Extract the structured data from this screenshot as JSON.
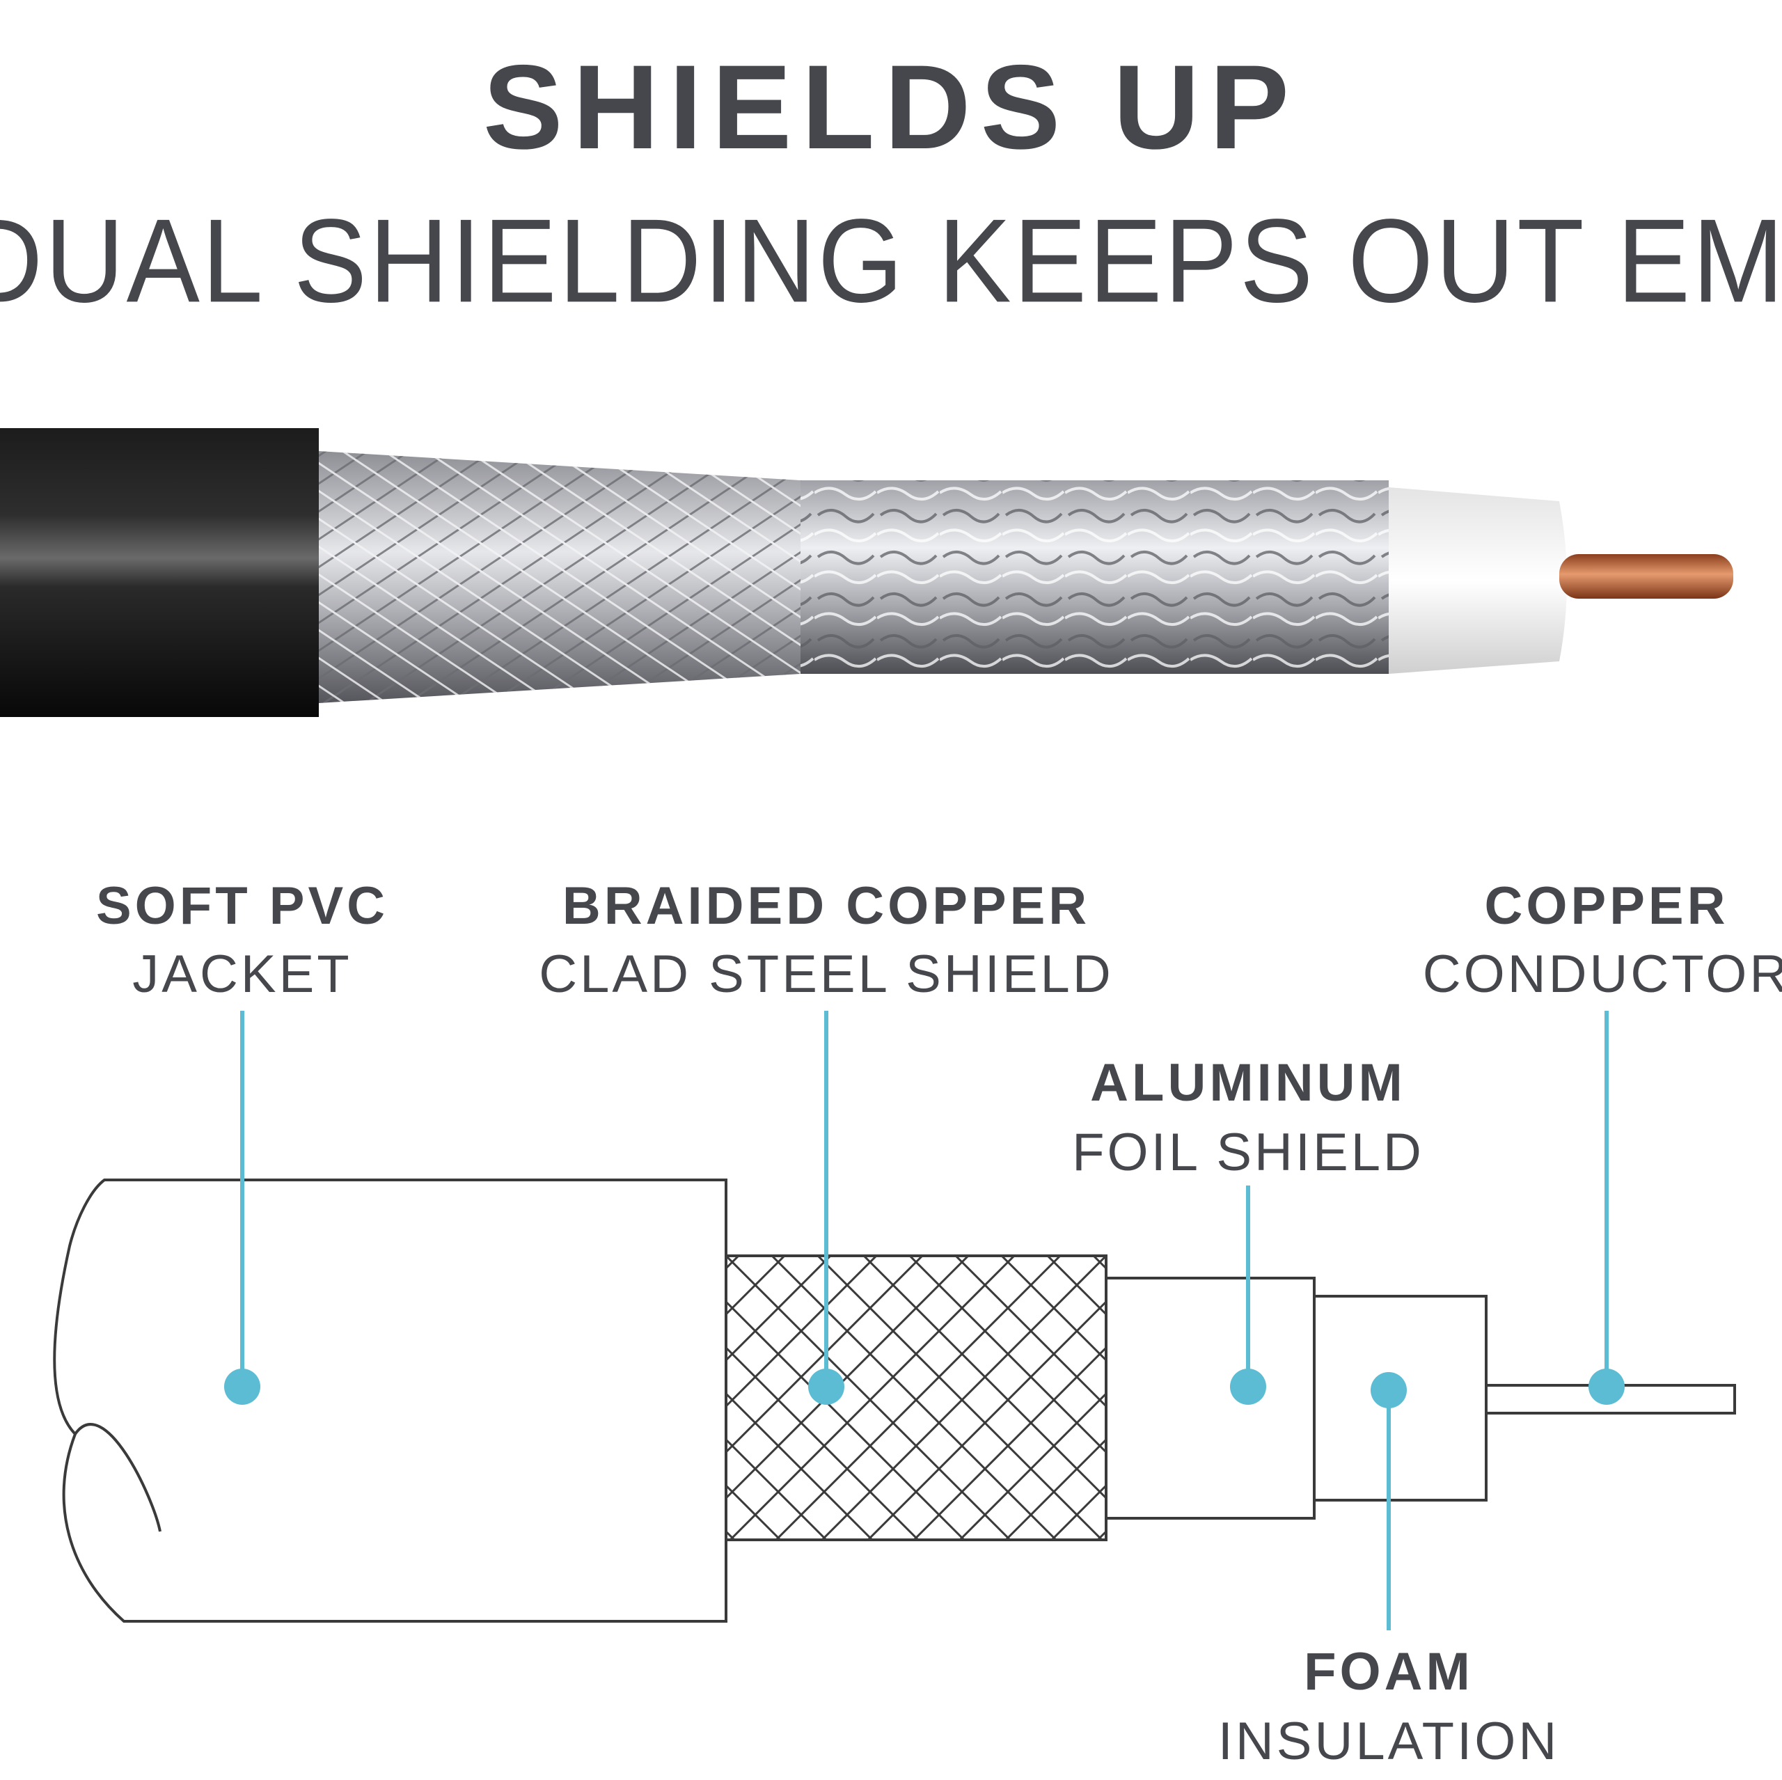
{
  "heading": {
    "title": "SHIELDS UP",
    "subtitle": "DUAL SHIELDING KEEPS OUT EMI"
  },
  "callouts": {
    "jacket": {
      "bold": "SOFT PVC",
      "thin": "JACKET"
    },
    "braid": {
      "bold": "BRAIDED COPPER",
      "thin": "CLAD STEEL SHIELD"
    },
    "foil": {
      "bold": "ALUMINUM",
      "thin": "FOIL SHIELD"
    },
    "conductor": {
      "bold": "COPPER",
      "thin": "CONDUCTOR"
    },
    "foam": {
      "bold": "FOAM",
      "thin": "INSULATION"
    }
  },
  "colors": {
    "text": "#46474d",
    "leader": "#5bbcd3",
    "outline": "#3a3a3a",
    "jacket": "#111111",
    "copper": "#b8653c"
  }
}
